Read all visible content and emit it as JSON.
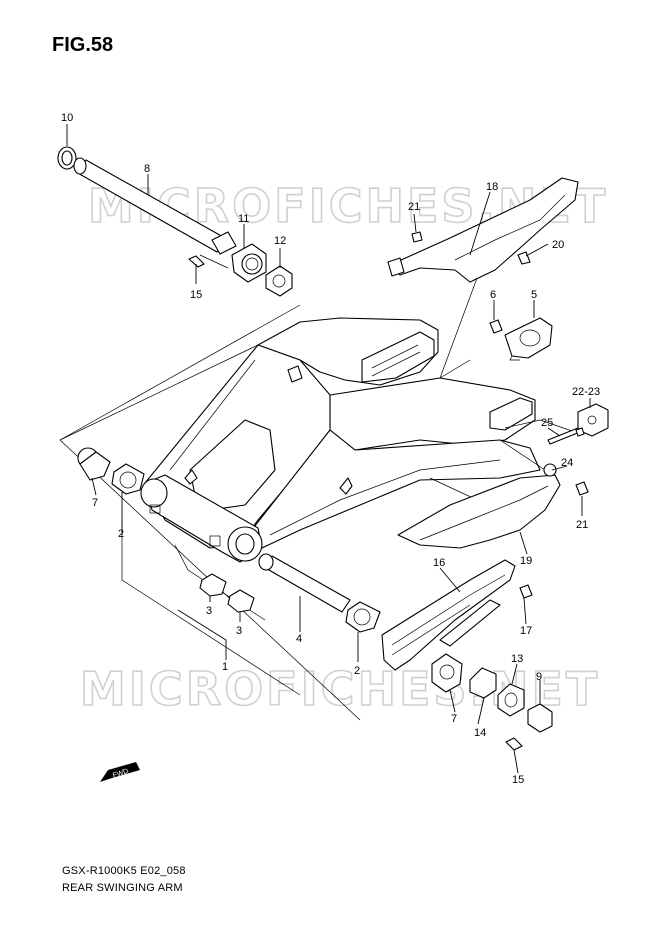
{
  "figure": {
    "title": "FIG.58",
    "model_code": "GSX-R1000K5 E02_058",
    "section_title": "REAR SWINGING ARM"
  },
  "watermark": {
    "text": "MICROFICHES.NET",
    "color": "#d0d0d0"
  },
  "fwd_arrow": {
    "label": "FWD"
  },
  "callouts": [
    "10",
    "8",
    "11",
    "12",
    "15",
    "18",
    "21",
    "20",
    "6",
    "5",
    "22-23",
    "25",
    "24",
    "21",
    "19",
    "16",
    "17",
    "7",
    "2",
    "3",
    "3",
    "4",
    "1",
    "2",
    "7",
    "13",
    "9",
    "14",
    "15"
  ]
}
